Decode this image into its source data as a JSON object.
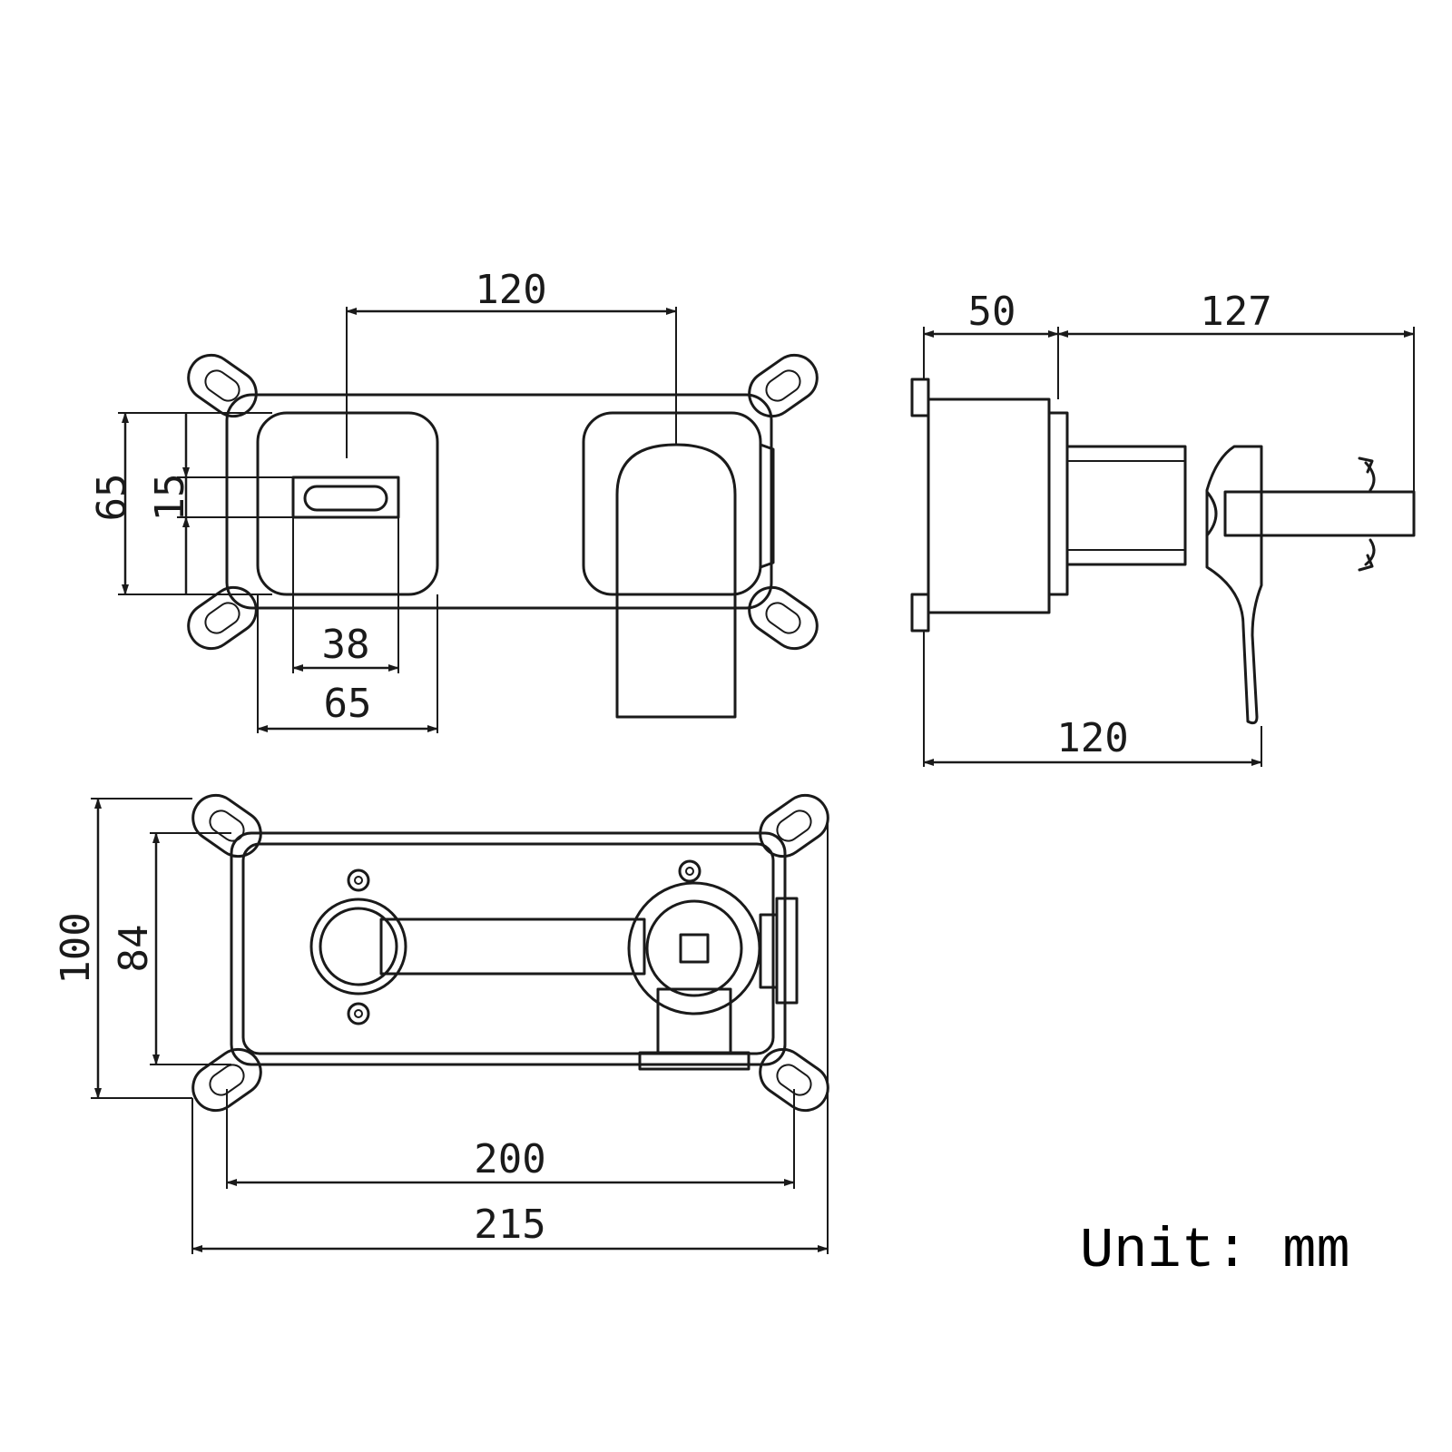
{
  "dimensions": {
    "front_spout_spacing": "120",
    "front_plate_height": "65",
    "front_outlet_height": "15",
    "front_outlet_width": "38",
    "front_plate_width": "65",
    "side_box_depth": "50",
    "side_projection": "127",
    "side_handle_reach": "120",
    "box_height_outer": "100",
    "box_height_inner": "84",
    "box_width_inner": "200",
    "box_width_outer": "215"
  },
  "unit_label": "Unit: mm",
  "colors": {
    "line": "#1a1a1a",
    "background": "#ffffff"
  }
}
